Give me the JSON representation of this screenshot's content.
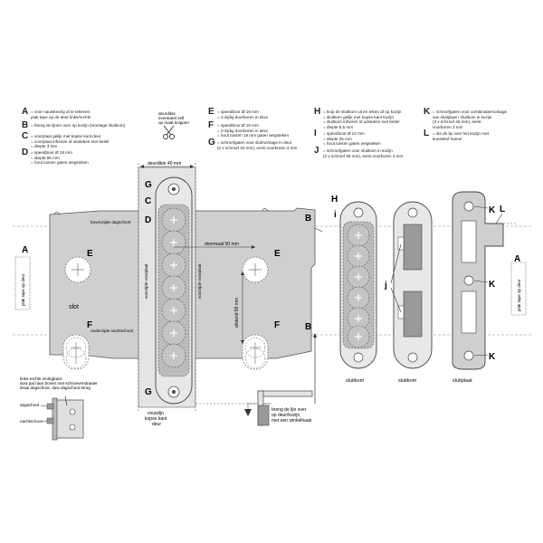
{
  "legend": [
    {
      "letter": "A",
      "lines": [
        "= voor nauwkeurig af te tekenen",
        "plak tape op de deur links/rechts"
      ]
    },
    {
      "letter": "B",
      "lines": [
        "= breng de lijnen over op kozijn (montage sluitkom)"
      ]
    },
    {
      "letter": "C",
      "lines": [
        "= voorplaat gelijk met kopse kant deur",
        "= voorplaat infrezen of uitsteken met beitel",
        "= diepte 3 mm"
      ]
    },
    {
      "letter": "D",
      "lines": [
        "= speedboor Ø 18 mm",
        "= diepte 85 mm",
        "= hout tussen gaten wegsteken"
      ]
    },
    {
      "letter": "E",
      "lines": [
        "= speedboor Ø 18 mm",
        "= 2-zijdig doorboren in deur"
      ]
    },
    {
      "letter": "F",
      "lines": [
        "= speedboor Ø 18 mm",
        "= 2-zijdig doorboren in deur",
        "= hout tussen 18 mm gaten wegsteken"
      ]
    },
    {
      "letter": "G",
      "lines": [
        "= schroefgaten voor slotmontage in deur",
        "(2 x schroef 40 mm), eerst voorboren 3 mm"
      ]
    },
    {
      "letter": "H",
      "lines": [
        "= knip de sluitkom uit en teken af op kozijn",
        "= sluitkom gelijk met kopse kant kozijn",
        "= sluitkom infrezen of uitsteken met beitel",
        "= diepte 8,5 mm"
      ]
    },
    {
      "letter": "I",
      "lines": [
        "= speedboor Ø 22 mm",
        "= diepte 25 mm",
        "= hout tussen gaten wegsteken"
      ]
    },
    {
      "letter": "J",
      "lines": [
        "= schroefgaten voor sluitkom in kozijn",
        "(2 x schroef 35 mm), eerst voorboren 3 mm"
      ]
    },
    {
      "letter": "K",
      "lines": [
        "= schroefgaten voor combinatiemontage",
        "van sluitplaat / sluitkom in kozijn",
        "(3 x schroef 45 mm), eerst",
        "voorboren 3 mm"
      ]
    },
    {
      "letter": "L",
      "lines": [
        "= sla de lip over het kozijn met",
        "kunststof hamer"
      ]
    }
  ],
  "note_cut": [
    "deurdikte",
    "eventueel zelf",
    "op maat knippen"
  ],
  "labels": {
    "deurdikte": "deurdikte 40 mm",
    "doormaat": "doormaat 50 mm",
    "afstand": "afstand 55 mm",
    "bovenzijde": "bovenzijde dagschoot",
    "onderzijde": "onderzijde nachtschoot",
    "slot": "slot",
    "voorzijde": "voorzijde voorplaat",
    "plak_tape": "plak tape op deur",
    "vouwlijn": [
      "vouwlijn",
      "kopse kant",
      "deur"
    ],
    "breng": [
      "breng de lijn over",
      "op deur/kozijn",
      "met een winkelhaak"
    ],
    "linksrechts": [
      "links-rechts omlegbaar:",
      "duw pal naar boven met schroevendraaier",
      "draai dagschoot, duw dagschoot terug"
    ],
    "dagschoot": "dagschoot",
    "nachtschoot": "nachtschoot",
    "sluitkom": "sluitkom",
    "sluitplaat": "sluitplaat"
  },
  "markers": {
    "A": "A",
    "B": "B",
    "C": "C",
    "D": "D",
    "E": "E",
    "F": "F",
    "G": "G",
    "H": "H",
    "I": "i",
    "J": "j",
    "K": "K",
    "L": "L"
  },
  "colors": {
    "template": "#cfcfcf",
    "outline": "#444444",
    "dark": "#9a9a9a",
    "text": "#222222"
  }
}
